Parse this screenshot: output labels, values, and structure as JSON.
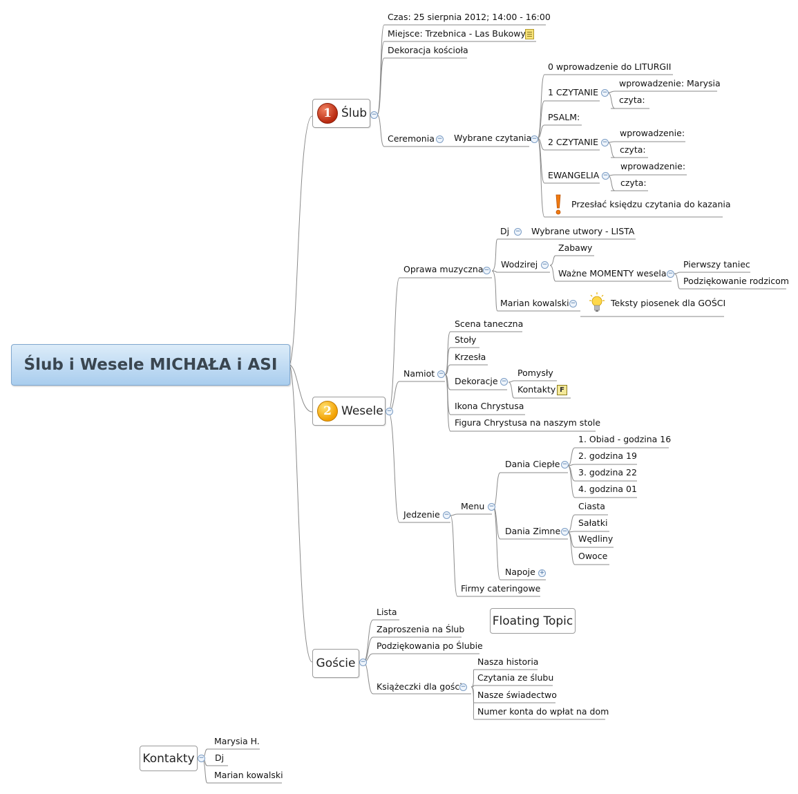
{
  "central": "Ślub i Wesele MICHAŁA i ASI",
  "slub": {
    "badge": "1",
    "label": "Ślub",
    "czas": "Czas: 25 sierpnia 2012; 14:00 - 16:00",
    "miejsce": "Miejsce: Trzebnica - Las Bukowy",
    "dekoracja": "Dekoracja kościoła",
    "ceremonia": "Ceremonia",
    "wybrane_czytania": "Wybrane czytania",
    "wprowadzenie_liturgii": "0 wprowadzenie do LITURGII",
    "czytanie1": "1 CZYTANIE",
    "czytanie1_wprow": "wprowadzenie: Marysia",
    "czytanie1_czyta": "czyta:",
    "psalm": "PSALM:",
    "czytanie2": "2 CZYTANIE",
    "czytanie2_wprow": "wprowadzenie:",
    "czytanie2_czyta": "czyta:",
    "ewangelia": "EWANGELIA",
    "ewangelia_wprow": "wprowadzenie:",
    "ewangelia_czyta": "czyta:",
    "przeslac": "Przesłać księdzu czytania do kazania"
  },
  "wesele": {
    "badge": "2",
    "label": "Wesele",
    "oprawa": "Oprawa muzyczna",
    "dj": "Dj",
    "dj_utwory": "Wybrane utwory - LISTA",
    "wodzirej": "Wodzirej",
    "zabawy": "Zabawy",
    "wazne": "Ważne MOMENTY wesela",
    "pierwszy": "Pierwszy taniec",
    "podziekowanie": "Podziękowanie rodzicom",
    "marian": "Marian kowalski",
    "teksty": "Teksty piosenek dla GOŚCI",
    "namiot": "Namiot",
    "scena": "Scena taneczna",
    "stoly": "Stoły",
    "krzesla": "Krzesła",
    "dekoracje": "Dekoracje",
    "pomysly": "Pomysły",
    "kontakty": "Kontakty",
    "kontakty_icon": "F",
    "ikona": "Ikona Chrystusa",
    "figura": "Figura Chrystusa na naszym stole",
    "jedzenie": "Jedzenie",
    "menu": "Menu",
    "dania_ciep": "Dania Ciepłe",
    "obiad": "1. Obiad - godzina 16",
    "g19": "2. godzina 19",
    "g22": "3. godzina 22",
    "g01": "4. godzina 01",
    "dania_zimne": "Dania Zimne",
    "ciasta": "Ciasta",
    "salatki": "Sałatki",
    "wedliny": "Wędliny",
    "owoce": "Owoce",
    "napoje": "Napoje",
    "firmy": "Firmy cateringowe"
  },
  "goscie": {
    "label": "Goście",
    "lista": "Lista",
    "zaproszenia": "Zaproszenia na Ślub",
    "podziekowania": "Podziękowania po Ślubie",
    "ksiazeczki": "Książeczki dla gości",
    "historia": "Nasza historia",
    "czytania": "Czytania ze ślubu",
    "swiadectwo": "Nasze świadectwo",
    "konto": "Numer konta do wpłat na dom"
  },
  "floating": "Floating Topic",
  "kontakty_topic": {
    "label": "Kontakty",
    "marysia": "Marysia H.",
    "dj": "Dj",
    "marian": "Marian kowalski"
  },
  "icons": {
    "collapse": "−",
    "expand": "+"
  }
}
